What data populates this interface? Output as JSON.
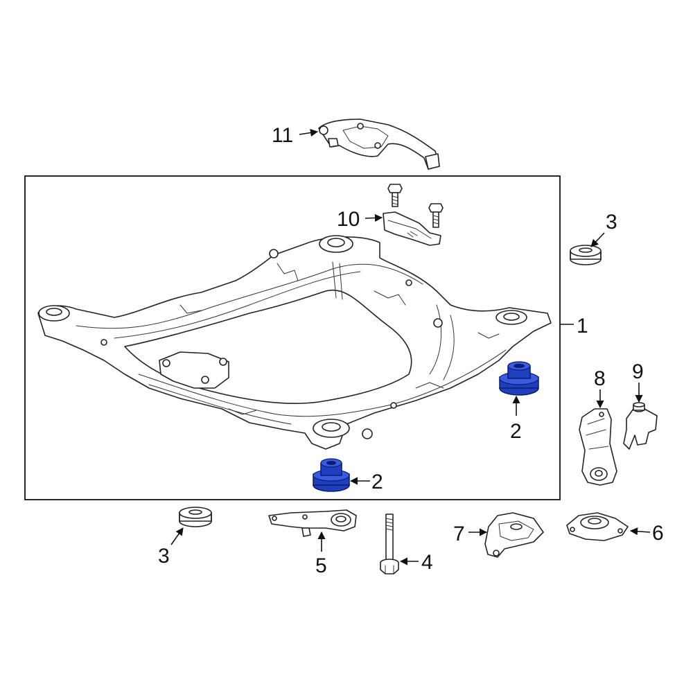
{
  "callouts": {
    "c1": "1",
    "c2a": "2",
    "c2b": "2",
    "c3a": "3",
    "c3b": "3",
    "c4": "4",
    "c5": "5",
    "c6": "6",
    "c7": "7",
    "c8": "8",
    "c9": "9",
    "c10": "10",
    "c11": "11"
  },
  "colors": {
    "highlight": "#1f3fbf",
    "line": "#222222",
    "background": "#ffffff"
  }
}
